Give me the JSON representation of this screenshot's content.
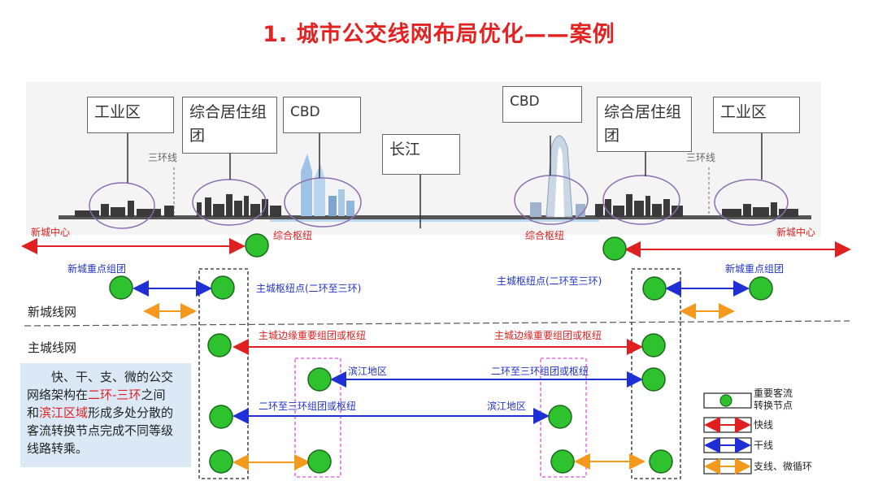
{
  "title": "1. 城市公交线网布局优化——案例",
  "skyline": {
    "left_labels": [
      "工业区",
      "综合居住组团",
      "CBD"
    ],
    "center_label": "长江",
    "right_labels": [
      "CBD",
      "综合居住组团",
      "工业区"
    ],
    "ring_label_left": "三环线",
    "ring_label_right": "三环线"
  },
  "top_labels": {
    "new_city_center_left": "新城中心",
    "hub_left": "综合枢纽",
    "hub_right": "综合枢纽",
    "new_city_center_right": "新城中心"
  },
  "diagram_labels": {
    "new_city_key_group_left": "新城重点组团",
    "new_city_key_group_right": "新城重点组团",
    "main_city_hub_left": "主城枢纽点(二环至三环)",
    "main_city_hub_right": "主城枢纽点(二环至三环)",
    "edge_group_left": "主城边缘重要组团或枢纽",
    "edge_group_right": "主城边缘重要组团或枢纽",
    "riverside_left": "滨江地区",
    "ring_group_right": "二环至三环组团或枢纽",
    "ring_group_left": "二环至三环组团或枢纽",
    "riverside_right": "滨江地区"
  },
  "sections": {
    "new_city_network": "新城线网",
    "main_city_network": "主城线网"
  },
  "note": {
    "line1": "快、干、支、微的公交",
    "line2_a": "网络架构在",
    "line2_hl": "二环-三环",
    "line2_b": "之间",
    "line3_a": "和",
    "line3_hl": "滨江区域",
    "line3_b": "形成多处分散的",
    "line4": "客流转换节点完成不同等级",
    "line5": "线路转乘。"
  },
  "legend": {
    "node_label_1": "重要客流",
    "node_label_2": "转换节点",
    "express": "快线",
    "trunk": "干线",
    "branch": "支线、微循环"
  },
  "colors": {
    "express": "#e02020",
    "trunk": "#1f2fd6",
    "branch": "#f39a1e",
    "node": "#2fc22f",
    "riverside_box": "#e14fe0"
  }
}
